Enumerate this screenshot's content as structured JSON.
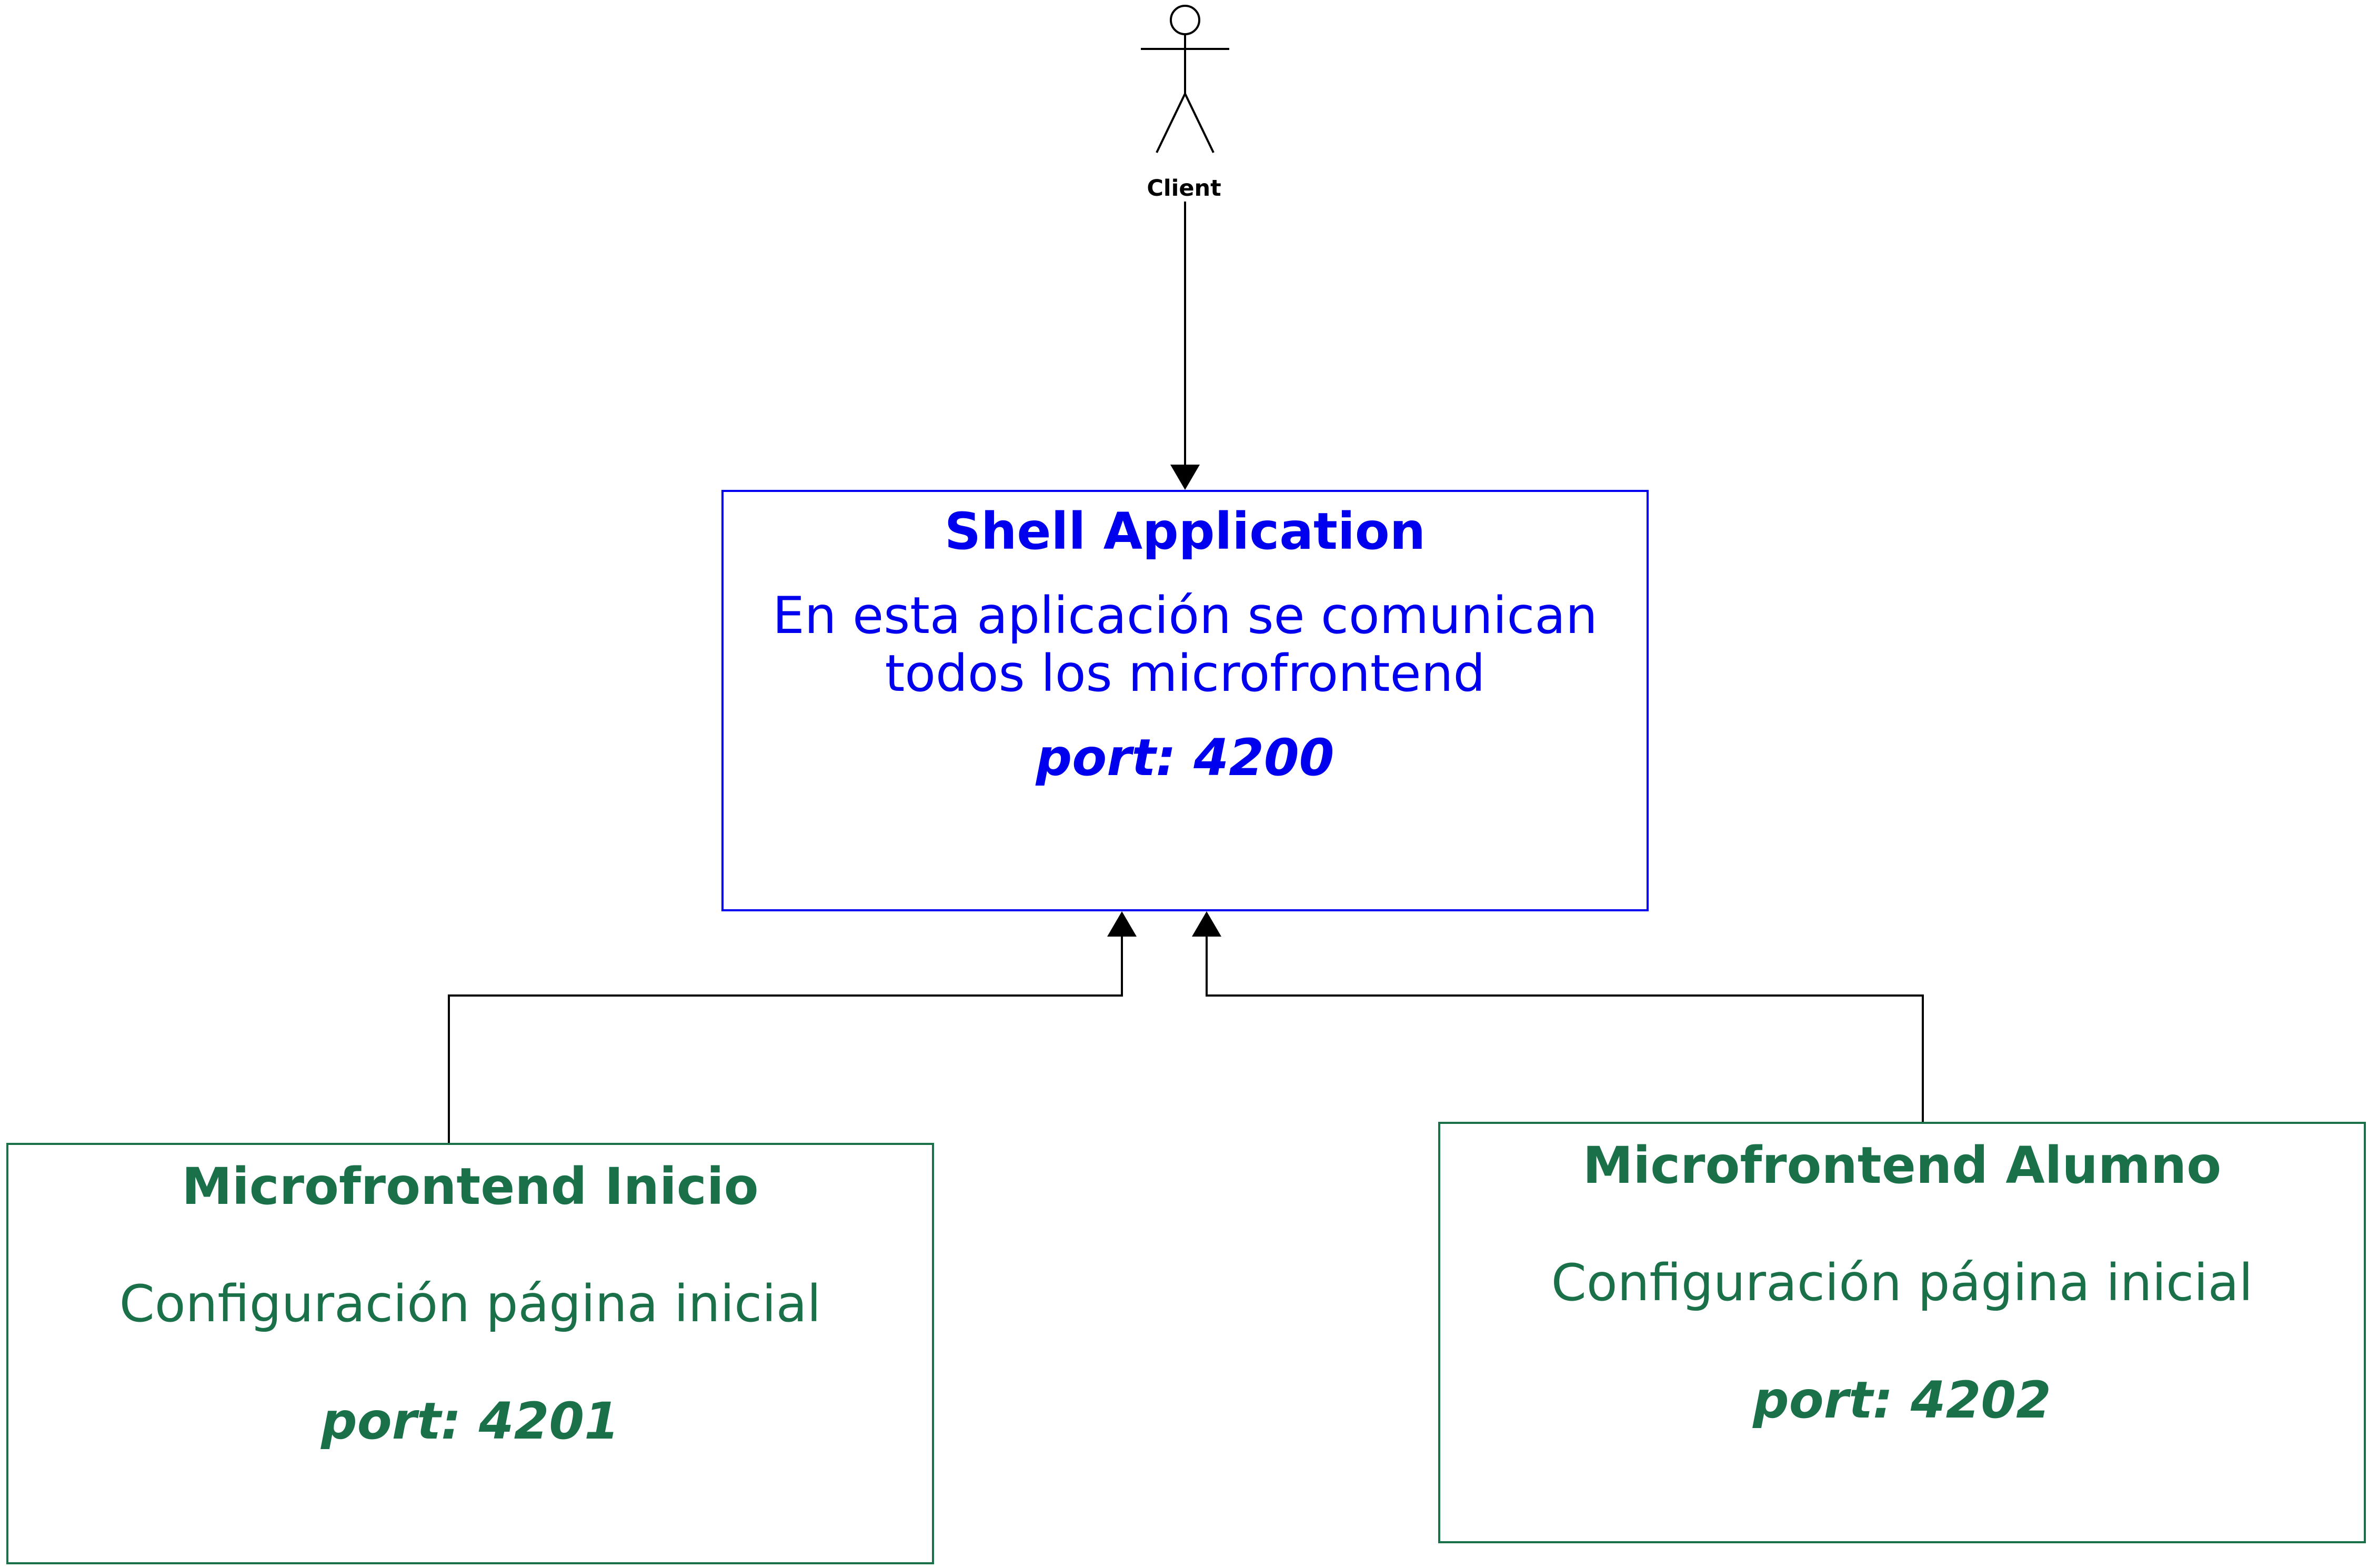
{
  "actor": {
    "label": "Client"
  },
  "shell": {
    "title": "Shell Application",
    "description": "En esta aplicación se comunican\ntodos los microfrontend",
    "port": "port: 4200",
    "color": "#0000ee"
  },
  "inicio": {
    "title": "Microfrontend Inicio",
    "description": "Configuración página inicial",
    "port": "port: 4201",
    "color": "#1a7048"
  },
  "alumno": {
    "title": "Microfrontend Alumno",
    "description": "Configuración página inicial",
    "port": "port: 4202",
    "color": "#1a7048"
  },
  "line_color": "#000000"
}
